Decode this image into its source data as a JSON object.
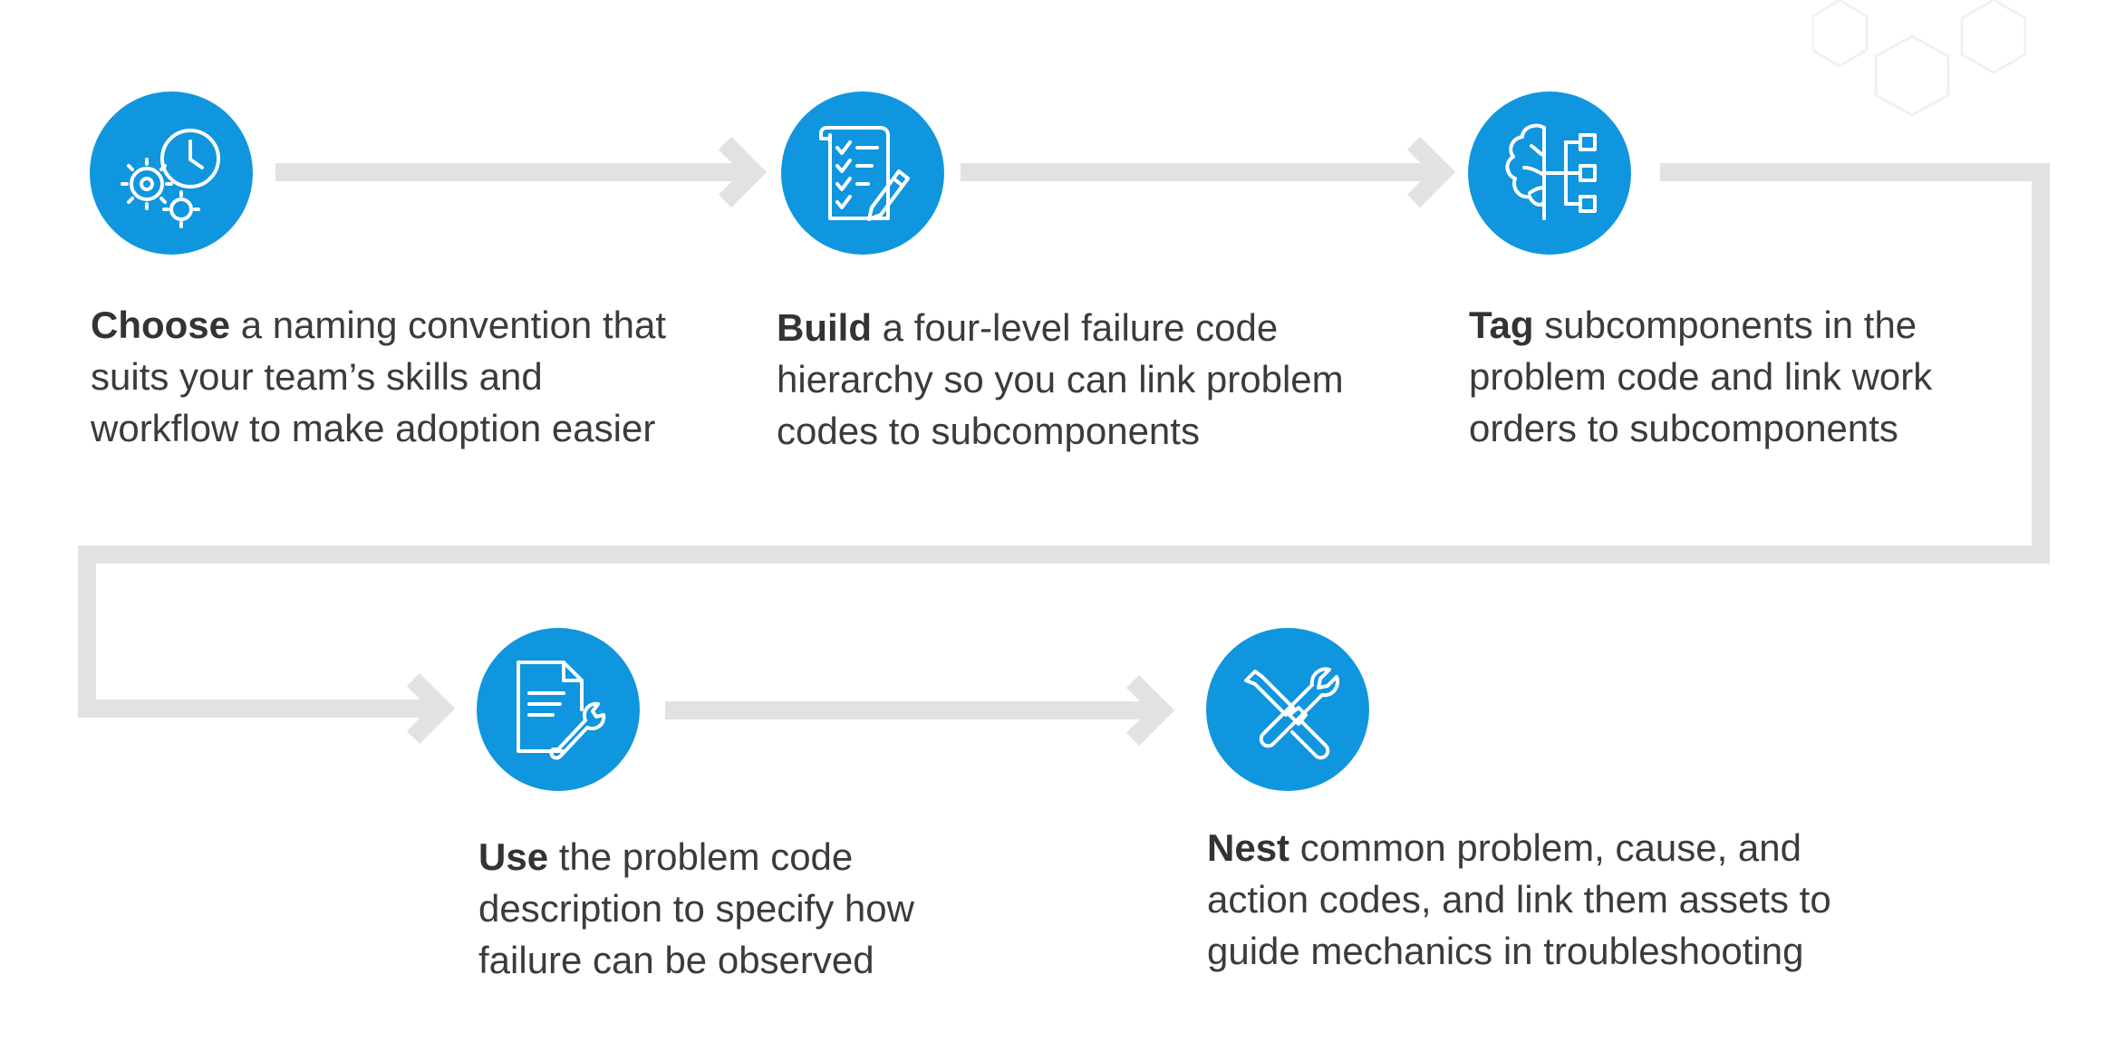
{
  "colors": {
    "accent": "#0f96de",
    "connector": "#e2e2e2",
    "text": "#3b3b3b",
    "background": "#ffffff"
  },
  "steps": [
    {
      "icon": "gears-clock-icon",
      "keyword": "Choose",
      "text": "a naming convention that suits your team’s skills and workflow to make adoption easier"
    },
    {
      "icon": "checklist-pencil-icon",
      "keyword": "Build",
      "text": "a four-level failure code hierarchy so you can link problem codes to subcomponents"
    },
    {
      "icon": "brain-hierarchy-icon",
      "keyword": "Tag",
      "text": "subcomponents in the problem code and link work orders to subcomponents"
    },
    {
      "icon": "document-wrench-icon",
      "keyword": "Use",
      "text": "the problem code description to specify how failure can be observed"
    },
    {
      "icon": "tools-crossed-icon",
      "keyword": "Nest",
      "text": "common problem, cause, and action codes, and link them assets to guide mechanics in troubleshooting"
    }
  ]
}
